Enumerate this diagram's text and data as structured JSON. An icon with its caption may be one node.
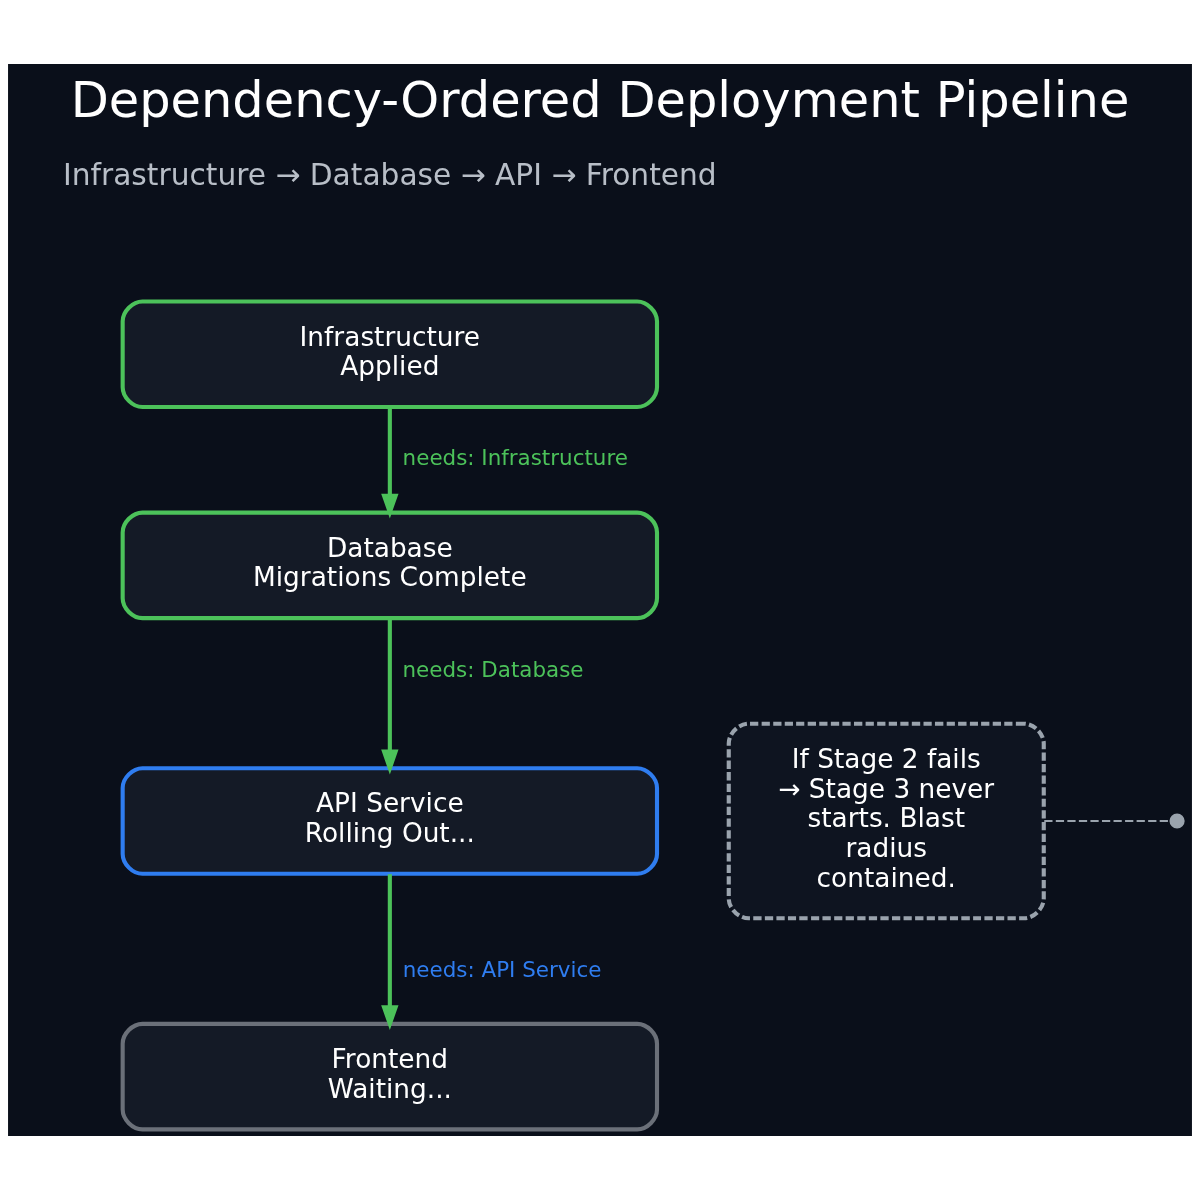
{
  "diagram": {
    "title": "Dependency-Ordered Deployment Pipeline",
    "nodes": [
      {
        "text": [
          "Infrastructure",
          "Applied"
        ]
      },
      {
        "text": [
          "Database",
          "Migrations Complete"
        ]
      },
      {
        "text": [
          "API Service",
          "Rolling Out..."
        ]
      },
      {
        "text": [
          "Frontend",
          "Waiting..."
        ]
      },
      {
        "text": [
          "If Stage 2 fails → Stage 3 never starts. Blast radius contained."
        ]
      }
    ],
    "edges": [
      {
        "from": 0,
        "to": 1,
        "arrow": "to",
        "label": "needs: Infrastructure"
      },
      {
        "from": 1,
        "to": 2,
        "arrow": "to",
        "label": "needs: Database"
      },
      {
        "from": 2,
        "to": 3,
        "arrow": "to",
        "label": "needs: API Service"
      },
      {
        "from": 4,
        "to": null,
        "arrow": "other",
        "style": "dashed",
        "color": "#9aa3ad"
      }
    ],
    "labels": [
      "Infrastructure → Database → API → Frontend"
    ]
  }
}
